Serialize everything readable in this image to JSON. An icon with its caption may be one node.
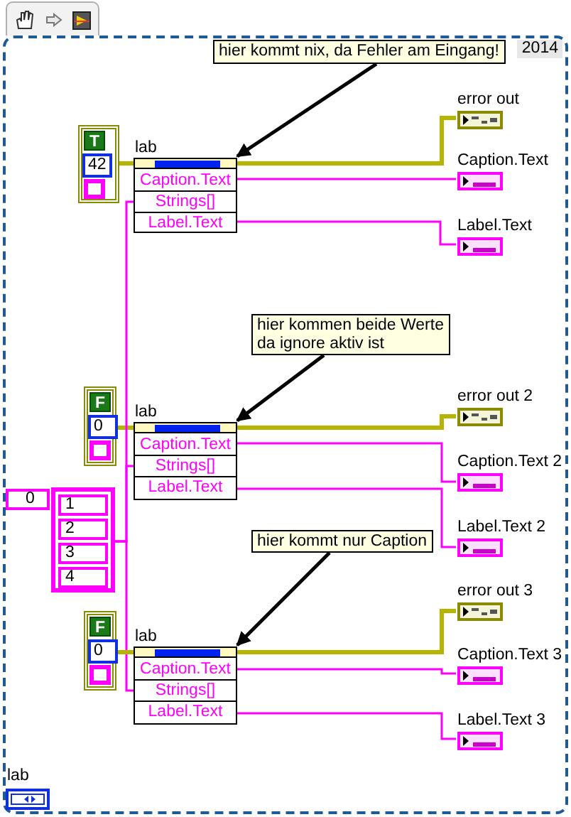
{
  "diagram": {
    "nodes": [
      {
        "text": [
          "2014"
        ]
      },
      {
        "text": [
          "T",
          "42"
        ],
        "in": 0
      },
      {
        "text": [
          "lab",
          "Caption.Text",
          "Strings[]",
          "Label.Text"
        ],
        "in": 0
      },
      {
        "text": [
          "error out"
        ],
        "in": 0
      },
      {
        "text": [
          "Caption.Text"
        ],
        "in": 0
      },
      {
        "text": [
          "Label.Text"
        ],
        "in": 0
      },
      {
        "text": [
          "hier kommt nix, da Fehler am Eingang!"
        ],
        "in": 0
      },
      {
        "text": [
          "F",
          "0"
        ],
        "in": 0
      },
      {
        "text": [
          "lab",
          "Caption.Text",
          "Strings[]",
          "Label.Text"
        ],
        "in": 0
      },
      {
        "text": [
          "error out 2"
        ],
        "in": 0
      },
      {
        "text": [
          "Caption.Text 2"
        ],
        "in": 0
      },
      {
        "text": [
          "Label.Text 2"
        ],
        "in": 0
      },
      {
        "text": [
          "hier kommen beide Werte da ignore aktiv ist"
        ],
        "in": 0
      },
      {
        "text": [
          "0",
          "1",
          "2",
          "3",
          "4"
        ],
        "in": 0
      },
      {
        "text": [
          "hier kommt nur Caption"
        ],
        "in": 0
      },
      {
        "text": [
          "F",
          "0"
        ],
        "in": 0
      },
      {
        "text": [
          "lab",
          "Caption.Text",
          "Strings[]",
          "Label.Text"
        ],
        "in": 0
      },
      {
        "text": [
          "error out 3"
        ],
        "in": 0
      },
      {
        "text": [
          "Caption.Text 3"
        ],
        "in": 0
      },
      {
        "text": [
          "Label.Text 3"
        ],
        "in": 0
      },
      {
        "text": [
          "lab"
        ],
        "in": 0
      }
    ],
    "edges": [
      {
        "from": 1,
        "to": 2,
        "arrow": "none",
        "style": "thick",
        "color": "#b5b500"
      },
      {
        "from": 2,
        "to": 3,
        "arrow": "none",
        "style": "thick",
        "color": "#b5b500"
      },
      {
        "from": 2,
        "to": 4,
        "arrow": "none"
      },
      {
        "from": 2,
        "to": 5,
        "arrow": "none"
      },
      {
        "from": 6,
        "to": 2,
        "arrow": "to",
        "color": "#000000"
      },
      {
        "from": 7,
        "to": 8,
        "arrow": "none",
        "style": "thick",
        "color": "#b5b500"
      },
      {
        "from": 8,
        "to": 9,
        "arrow": "none",
        "style": "thick",
        "color": "#b5b500"
      },
      {
        "from": 8,
        "to": 10,
        "arrow": "none"
      },
      {
        "from": 8,
        "to": 11,
        "arrow": "none"
      },
      {
        "from": 12,
        "to": 8,
        "arrow": "to",
        "color": "#000000"
      },
      {
        "from": 13,
        "to": 2,
        "arrow": "none"
      },
      {
        "from": 13,
        "to": 8,
        "arrow": "none"
      },
      {
        "from": 13,
        "to": 16,
        "arrow": "none"
      },
      {
        "from": 14,
        "to": 16,
        "arrow": "to",
        "color": "#000000"
      },
      {
        "from": 15,
        "to": 16,
        "arrow": "none",
        "style": "thick",
        "color": "#b5b500"
      },
      {
        "from": 16,
        "to": 17,
        "arrow": "none",
        "style": "thick",
        "color": "#b5b500"
      },
      {
        "from": 16,
        "to": 18,
        "arrow": "none"
      },
      {
        "from": 16,
        "to": 19,
        "arrow": "none"
      }
    ]
  }
}
